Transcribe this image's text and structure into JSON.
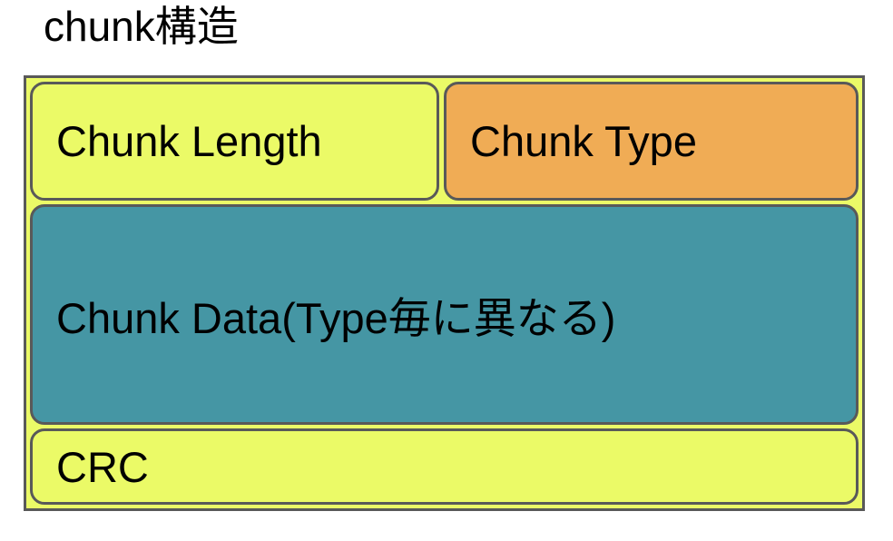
{
  "title": "chunk構造",
  "diagram": {
    "container_color": "#EBFA67",
    "border_color": "#595959",
    "text_color": "#000000",
    "boxes": {
      "chunk_length": {
        "label": "Chunk Length",
        "color": "#EBFA67"
      },
      "chunk_type": {
        "label": "Chunk Type",
        "color": "#F0AC55"
      },
      "chunk_data": {
        "label": "Chunk Data(Type毎に異なる)",
        "color": "#4596A4"
      },
      "crc": {
        "label": "CRC",
        "color": "#EBFA67"
      }
    }
  }
}
